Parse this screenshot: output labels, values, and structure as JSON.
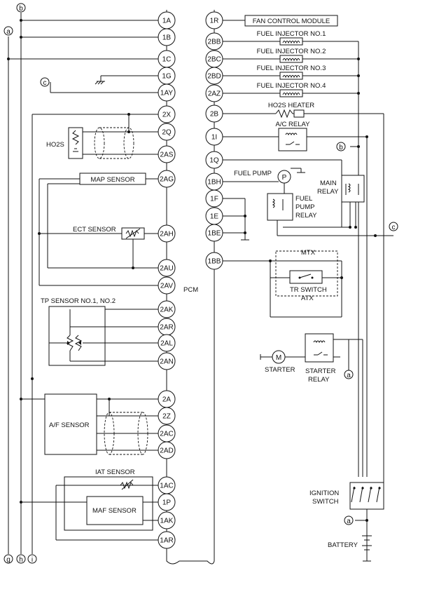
{
  "pcm_label": "PCM",
  "left_pins": [
    "1A",
    "1B",
    "1C",
    "1G",
    "1AY",
    "2X",
    "2Q",
    "2AS",
    "2AG",
    "2AH",
    "2AU",
    "2AV",
    "2AK",
    "2AR",
    "2AL",
    "2AN",
    "2A",
    "2Z",
    "2AC",
    "2AD",
    "1AC",
    "1P",
    "1AK",
    "1AR"
  ],
  "right_pins": [
    "1R",
    "2BB",
    "2BC",
    "2BD",
    "2AZ",
    "2B",
    "1I",
    "1Q",
    "1BH",
    "1F",
    "1E",
    "1BE",
    "1BB"
  ],
  "components": {
    "fan_control_module": "FAN CONTROL MODULE",
    "fuel_injector_1": "FUEL INJECTOR NO.1",
    "fuel_injector_2": "FUEL INJECTOR NO.2",
    "fuel_injector_3": "FUEL INJECTOR NO.3",
    "fuel_injector_4": "FUEL INJECTOR NO.4",
    "ho2s_heater": "HO2S HEATER",
    "ac_relay": "A/C RELAY",
    "fuel_pump": "FUEL PUMP",
    "fuel_pump_relay_1": "FUEL",
    "fuel_pump_relay_2": "PUMP",
    "fuel_pump_relay_3": "RELAY",
    "main_relay_1": "MAIN",
    "main_relay_2": "RELAY",
    "mtx": "MTX",
    "atx": "ATX",
    "tr_switch": "TR SWITCH",
    "starter": "STARTER",
    "starter_relay_1": "STARTER",
    "starter_relay_2": "RELAY",
    "ignition_switch_1": "IGNITION",
    "ignition_switch_2": "SWITCH",
    "battery": "BATTERY",
    "ho2s": "HO2S",
    "map_sensor": "MAP SENSOR",
    "ect_sensor": "ECT SENSOR",
    "tp_sensor": "TP SENSOR NO.1, NO.2",
    "af_sensor": "A/F SENSOR",
    "iat_sensor": "IAT SENSOR",
    "maf_sensor": "MAF SENSOR",
    "motor_m": "M",
    "pump_p": "P"
  },
  "connectors": {
    "a": "a",
    "b": "b",
    "c": "c",
    "g": "g",
    "h": "h",
    "i": "i"
  }
}
